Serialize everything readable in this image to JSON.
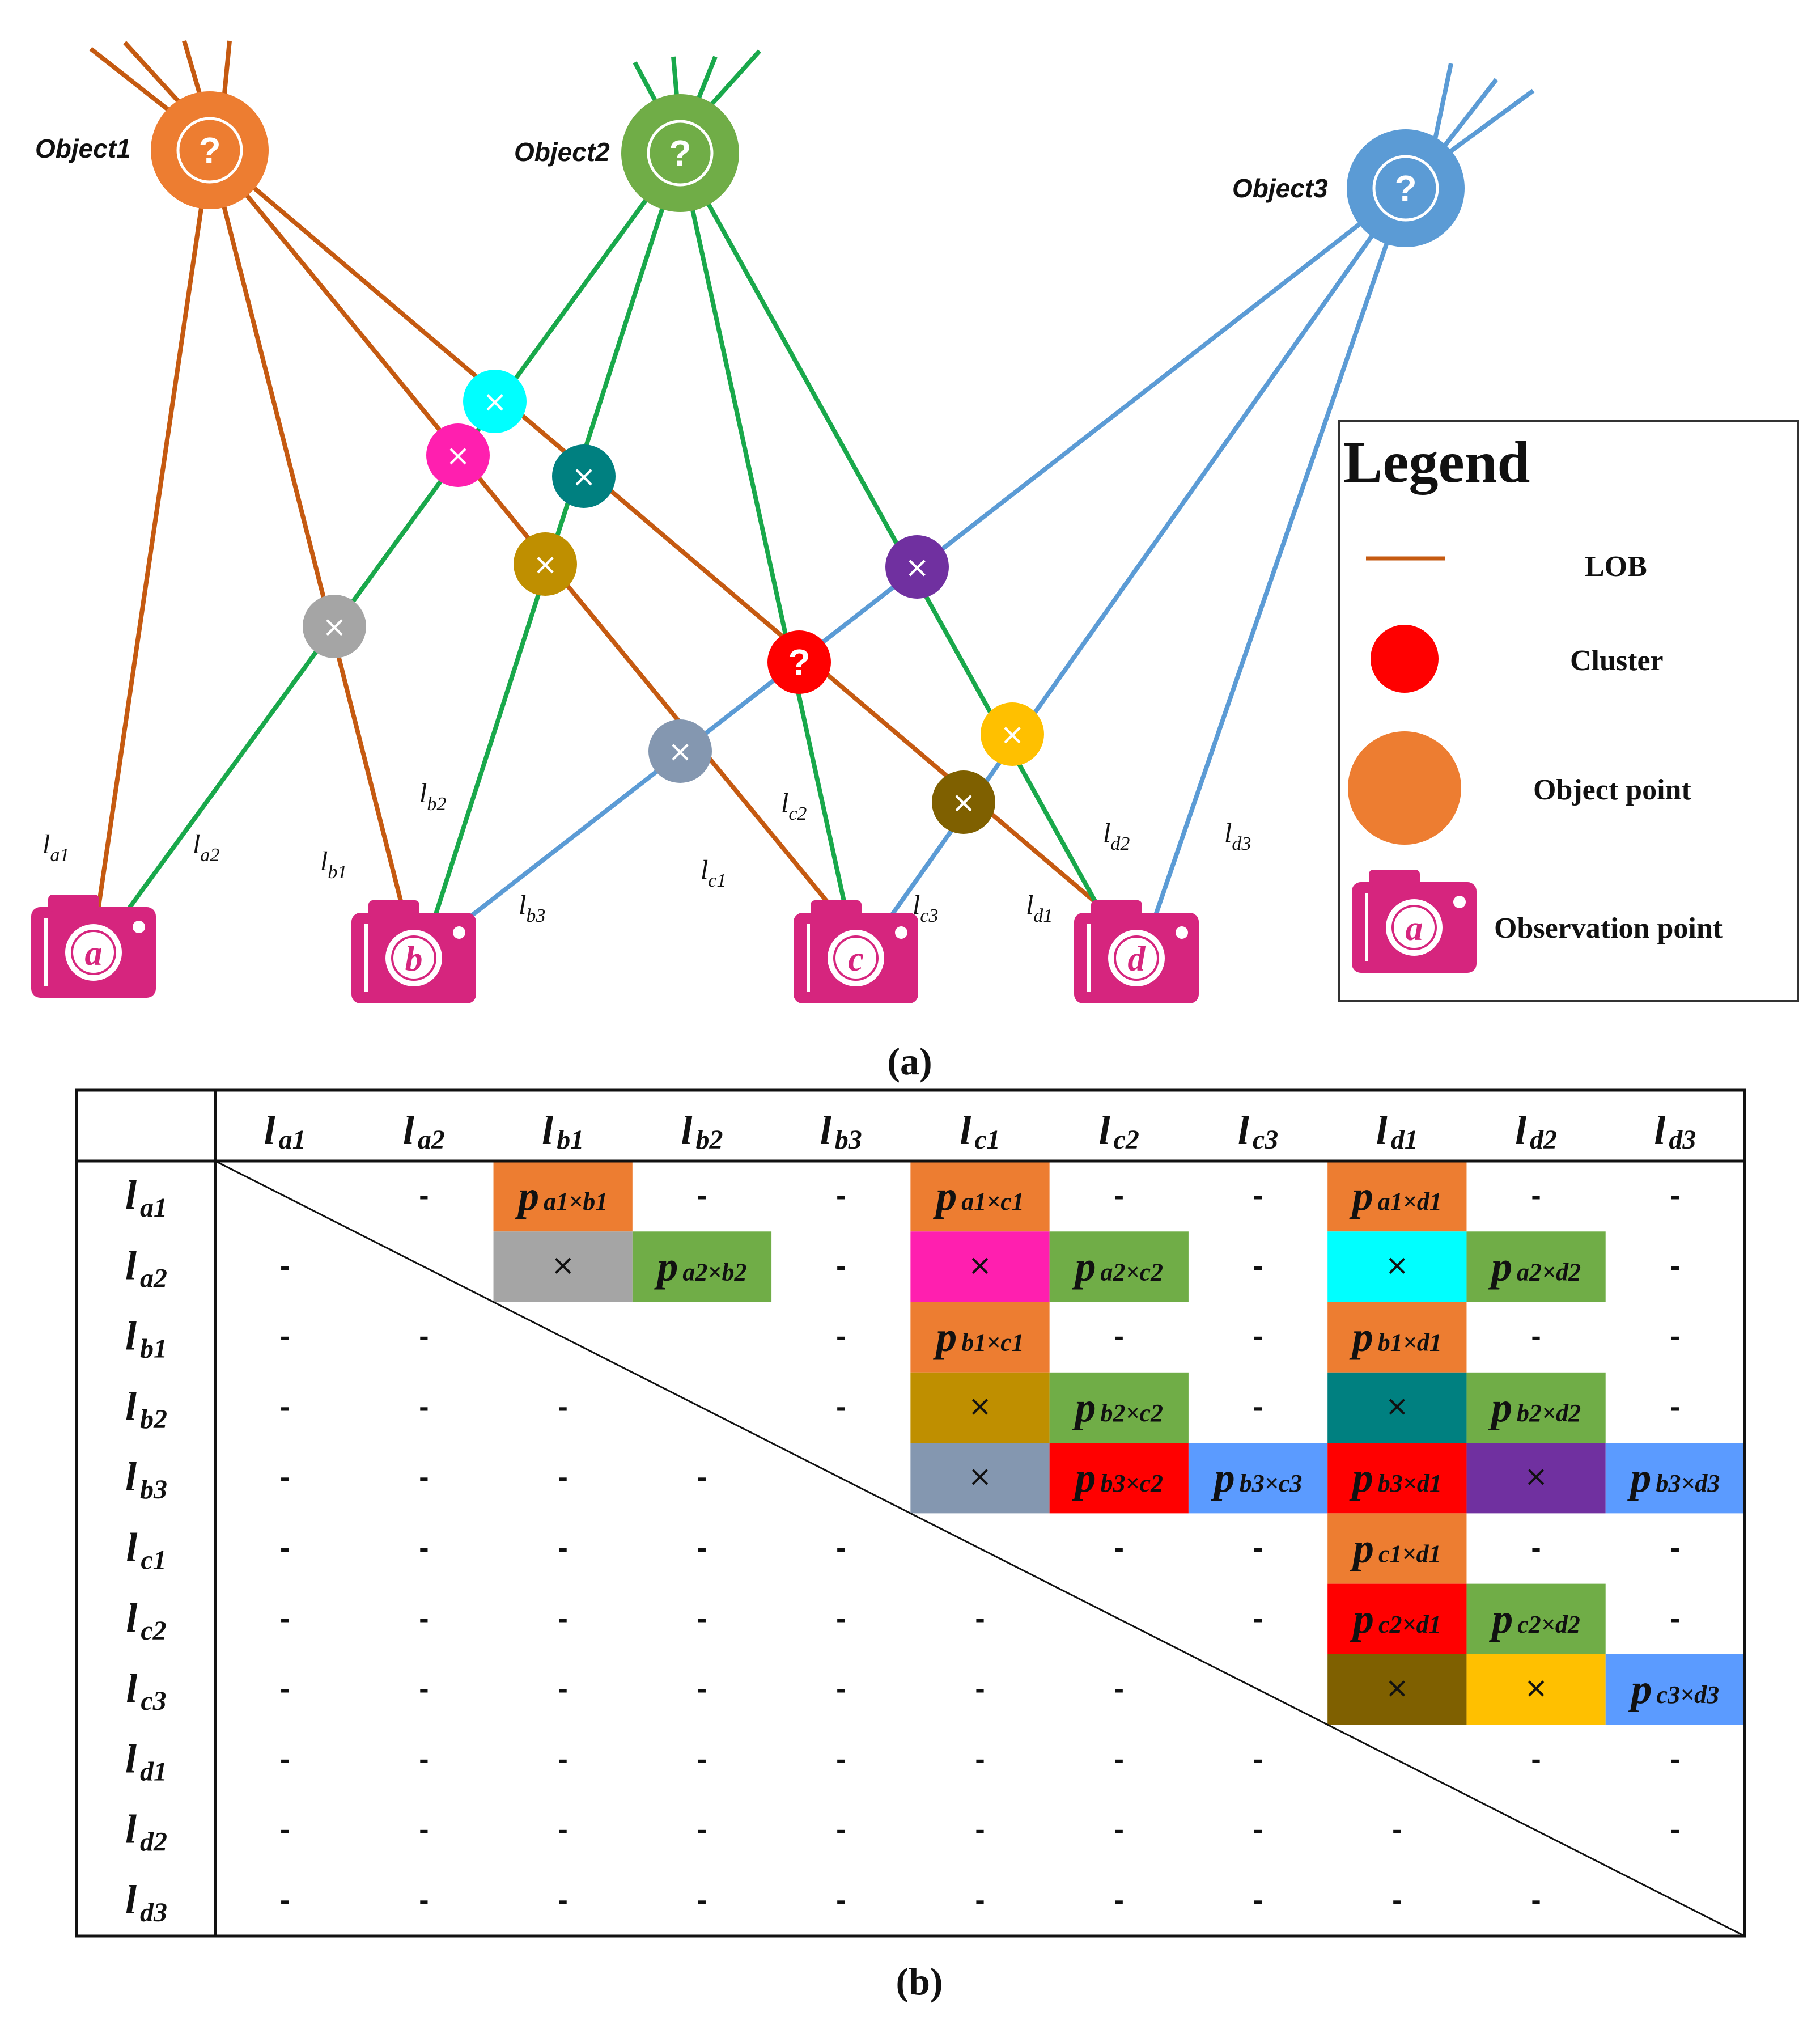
{
  "objects": [
    {
      "label": "Object1",
      "symbol": "?",
      "color": "#ED7D31"
    },
    {
      "label": "Object2",
      "symbol": "?",
      "color": "#70AD47"
    },
    {
      "label": "Object3",
      "symbol": "?",
      "color": "#5B9BD5"
    }
  ],
  "cameras": [
    {
      "letter": "a"
    },
    {
      "letter": "b"
    },
    {
      "letter": "c"
    },
    {
      "letter": "d"
    }
  ],
  "line_colors": {
    "orange": "#C55A11",
    "green": "#19A84B",
    "blue": "#5B9BD5"
  },
  "intersection_symbol": "×",
  "cluster_symbol": "?",
  "lob_labels": [
    {
      "base": "l",
      "sub": "a1"
    },
    {
      "base": "l",
      "sub": "a2"
    },
    {
      "base": "l",
      "sub": "b1"
    },
    {
      "base": "l",
      "sub": "b2"
    },
    {
      "base": "l",
      "sub": "b3"
    },
    {
      "base": "l",
      "sub": "c1"
    },
    {
      "base": "l",
      "sub": "c2"
    },
    {
      "base": "l",
      "sub": "c3"
    },
    {
      "base": "l",
      "sub": "d1"
    },
    {
      "base": "l",
      "sub": "d2"
    },
    {
      "base": "l",
      "sub": "d3"
    }
  ],
  "legend": {
    "title": "Legend",
    "items": [
      "LOB",
      "Cluster",
      "Object point",
      "Observation point"
    ],
    "camera_letter": "a",
    "lob_color": "#C55A11",
    "cluster_color": "#FF0000",
    "object_color": "#ED7D31"
  },
  "caption_a": "(a)",
  "caption_b": "(b)",
  "matrix": {
    "headers": [
      {
        "base": "l",
        "sub": "a1"
      },
      {
        "base": "l",
        "sub": "a2"
      },
      {
        "base": "l",
        "sub": "b1"
      },
      {
        "base": "l",
        "sub": "b2"
      },
      {
        "base": "l",
        "sub": "b3"
      },
      {
        "base": "l",
        "sub": "c1"
      },
      {
        "base": "l",
        "sub": "c2"
      },
      {
        "base": "l",
        "sub": "c3"
      },
      {
        "base": "l",
        "sub": "d1"
      },
      {
        "base": "l",
        "sub": "d2"
      },
      {
        "base": "l",
        "sub": "d3"
      }
    ],
    "rows": [
      [
        "",
        "-",
        {
          "p": "a1×b1",
          "c": "#ED7D31"
        },
        "-",
        "-",
        {
          "p": "a1×c1",
          "c": "#ED7D31"
        },
        "-",
        "-",
        {
          "p": "a1×d1",
          "c": "#ED7D31"
        },
        "-",
        "-"
      ],
      [
        "-",
        "",
        {
          "x": "×",
          "c": "#A5A5A5"
        },
        {
          "p": "a2×b2",
          "c": "#70AD47"
        },
        "-",
        {
          "x": "×",
          "c": "#FF1FAF"
        },
        {
          "p": "a2×c2",
          "c": "#70AD47"
        },
        "-",
        {
          "x": "×",
          "c": "#00FFFF"
        },
        {
          "p": "a2×d2",
          "c": "#70AD47"
        },
        "-"
      ],
      [
        "-",
        "-",
        "",
        "",
        "-",
        {
          "p": "b1×c1",
          "c": "#ED7D31"
        },
        "-",
        "-",
        {
          "p": "b1×d1",
          "c": "#ED7D31"
        },
        "-",
        "-"
      ],
      [
        "-",
        "-",
        "-",
        "",
        "-",
        {
          "x": "×",
          "c": "#BF8F00"
        },
        {
          "p": "b2×c2",
          "c": "#70AD47"
        },
        "-",
        {
          "x": "×",
          "c": "#008080"
        },
        {
          "p": "b2×d2",
          "c": "#70AD47"
        },
        "-"
      ],
      [
        "-",
        "-",
        "-",
        "-",
        "",
        {
          "x": "×",
          "c": "#8497B0"
        },
        {
          "p": "b3×c2",
          "c": "#FF0000"
        },
        {
          "p": "b3×c3",
          "c": "#5B9BFF"
        },
        {
          "p": "b3×d1",
          "c": "#FF0000"
        },
        {
          "x": "×",
          "c": "#7030A0"
        },
        {
          "p": "b3×d3",
          "c": "#5B9BFF"
        }
      ],
      [
        "-",
        "-",
        "-",
        "-",
        "-",
        "",
        "-",
        "-",
        {
          "p": "c1×d1",
          "c": "#ED7D31"
        },
        "-",
        "-"
      ],
      [
        "-",
        "-",
        "-",
        "-",
        "-",
        "-",
        "",
        "-",
        {
          "p": "c2×d1",
          "c": "#FF0000"
        },
        {
          "p": "c2×d2",
          "c": "#70AD47"
        },
        "-"
      ],
      [
        "-",
        "-",
        "-",
        "-",
        "-",
        "-",
        "-",
        "",
        {
          "x": "×",
          "c": "#7F6000"
        },
        {
          "x": "×",
          "c": "#FFC000"
        },
        {
          "p": "c3×d3",
          "c": "#5B9BFF"
        }
      ],
      [
        "-",
        "-",
        "-",
        "-",
        "-",
        "-",
        "-",
        "-",
        "",
        "-",
        "-"
      ],
      [
        "-",
        "-",
        "-",
        "-",
        "-",
        "-",
        "-",
        "-",
        "-",
        "",
        "-"
      ],
      [
        "-",
        "-",
        "-",
        "-",
        "-",
        "-",
        "-",
        "-",
        "-",
        "-",
        ""
      ]
    ]
  }
}
